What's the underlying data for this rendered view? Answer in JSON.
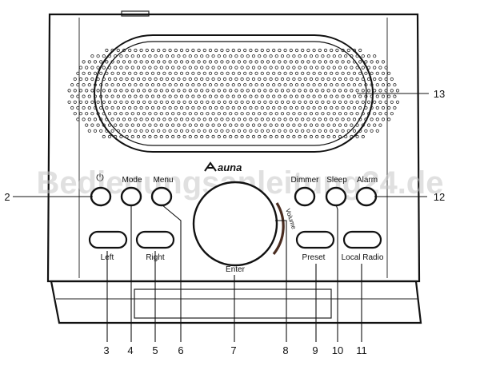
{
  "watermark": "Bedienungsanleitung24.de",
  "brand": "auna",
  "buttons": {
    "power_symbol": "⏻",
    "mode": "Mode",
    "menu": "Menu",
    "dimmer": "Dimmer",
    "sleep": "Sleep",
    "alarm": "Alarm",
    "left": "Left",
    "right": "Right",
    "preset": "Preset",
    "local_radio": "Local Radio"
  },
  "knob": {
    "enter": "Enter",
    "volume": "Volume"
  },
  "callouts": [
    "2",
    "3",
    "4",
    "5",
    "6",
    "7",
    "8",
    "9",
    "10",
    "11",
    "12",
    "13"
  ]
}
